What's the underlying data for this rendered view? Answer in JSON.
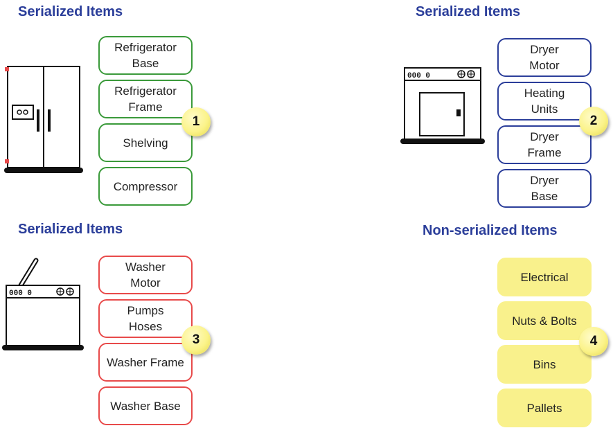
{
  "groups": [
    {
      "heading": "Serialized Items",
      "badge": "1",
      "items": [
        "Refrigerator\nBase",
        "Refrigerator\nFrame",
        "Shelving",
        "Compressor"
      ],
      "border_color": "#3a9a3a",
      "icon": "refrigerator-icon"
    },
    {
      "heading": "Serialized Items",
      "badge": "2",
      "items": [
        "Dryer\nMotor",
        "Heating\nUnits",
        "Dryer\nFrame",
        "Dryer\nBase"
      ],
      "border_color": "#2b3e9a",
      "icon": "dryer-icon"
    },
    {
      "heading": "Serialized Items",
      "badge": "3",
      "items": [
        "Washer\nMotor",
        "Pumps\nHoses",
        "Washer Frame",
        "Washer Base"
      ],
      "border_color": "#e84a4a",
      "icon": "washer-icon"
    },
    {
      "heading": "Non-serialized Items",
      "badge": "4",
      "items": [
        "Electrical",
        "Nuts & Bolts",
        "Bins",
        "Pallets"
      ],
      "fill_color": "#f9f18c"
    }
  ],
  "appliance_labels": {
    "dryer_panel": "000 0",
    "washer_panel": "000 0"
  },
  "colors": {
    "heading": "#2b3e9a",
    "badge": "#fbf38a"
  }
}
